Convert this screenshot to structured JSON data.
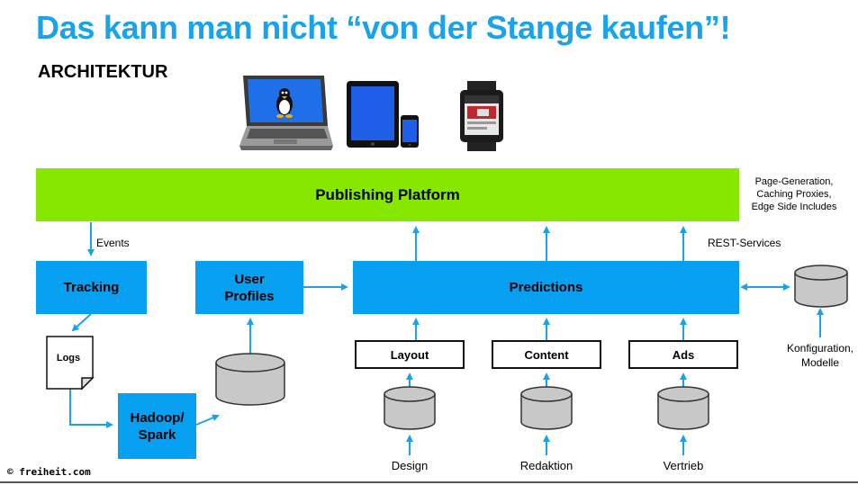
{
  "slide": {
    "title": "Das kann man nicht “von der Stange kaufen”!",
    "subtitle": "ARCHITEKTUR",
    "footer": "© freiheit.com"
  },
  "diagram": {
    "platform": "Publishing Platform",
    "platform_note": [
      "Page-Generation,",
      "Caching Proxies,",
      "Edge Side Includes"
    ],
    "events": "Events",
    "rest_services": "REST-Services",
    "tracking": "Tracking",
    "user_profiles": [
      "User",
      "Profiles"
    ],
    "predictions": "Predictions",
    "logs": "Logs",
    "hadoop": [
      "Hadoop/",
      "Spark"
    ],
    "layout": "Layout",
    "content": "Content",
    "ads": "Ads",
    "design": "Design",
    "redaktion": "Redaktion",
    "vertrieb": "Vertrieb",
    "config": [
      "Konfiguration,",
      "Modelle"
    ]
  },
  "colors": {
    "title": "#1aa3ea",
    "green": "#86e800",
    "blue": "#079ff0",
    "arrow": "#1aa3ea",
    "db_fill": "#c8c8c8"
  },
  "icons": [
    "laptop-linux-icon",
    "tablet-phone-icon",
    "smartwatch-icon"
  ]
}
